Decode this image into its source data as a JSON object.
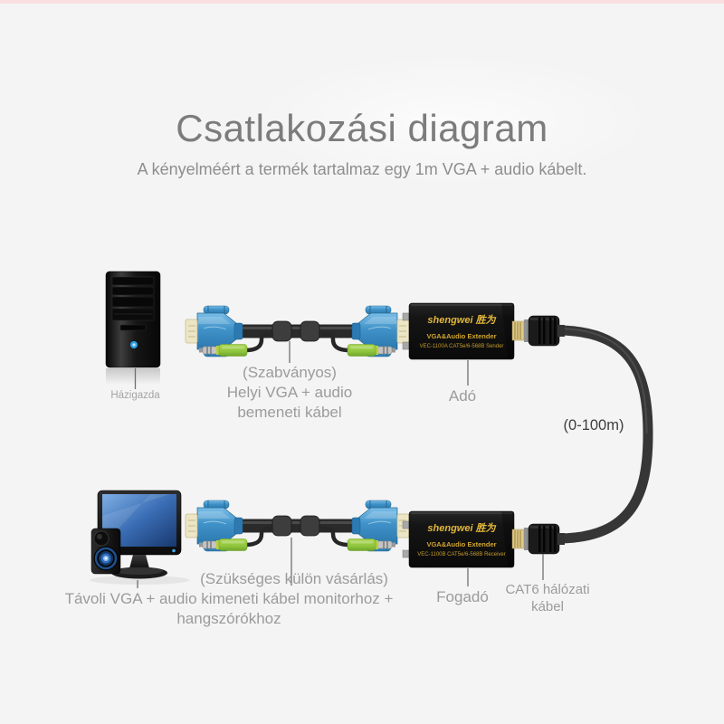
{
  "page": {
    "background_color": "#f4f4f4",
    "top_strip_color": "#fadfe2",
    "accent_blue": "#4596cc",
    "accent_green": "#8fc63e",
    "box_gold_text": "#d8b23a"
  },
  "header": {
    "title": "Csatlakozási diagram",
    "subtitle": "A kényelméért a termék tartalmaz egy 1m VGA + audio kábelt."
  },
  "diagram": {
    "host": {
      "label": "Házigazda"
    },
    "input_cable": {
      "line1": "(Szabványos)",
      "line2": "Helyi VGA + audio",
      "line3": "bemeneti kábel"
    },
    "sender": {
      "brand": "shengwei 胜为",
      "product": "VGA&Audio Extender",
      "model": "VEC-1100A CAT5e/6-568B Sender",
      "label": "Adó"
    },
    "receiver": {
      "brand": "shengwei 胜为",
      "product": "VGA&Audio Extender",
      "model": "VEC-1100B CAT5e/6-568B Receiver",
      "label": "Fogadó"
    },
    "cat6": {
      "distance": "(0-100m)",
      "label_line1": "CAT6 hálózati",
      "label_line2": "kábel"
    },
    "output_cable": {
      "note": "(Szükséges külön vásárlás)",
      "desc_line1": "Távoli VGA + audio kimeneti kábel monitorhoz +",
      "desc_line2": "hangszórókhoz"
    }
  }
}
